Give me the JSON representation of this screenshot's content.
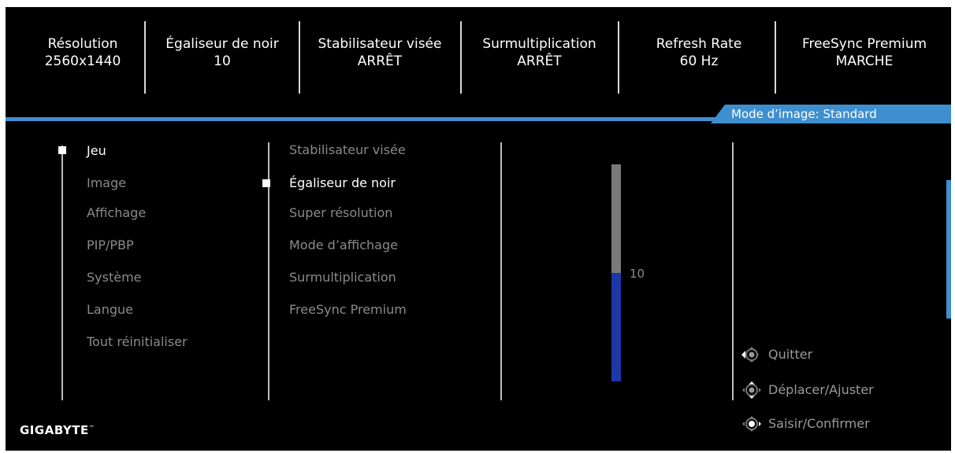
{
  "status_bar": [
    {
      "label": "Résolution",
      "value": "2560x1440"
    },
    {
      "label": "Égaliseur de noir",
      "value": "10"
    },
    {
      "label": "Stabilisateur visée",
      "value": "ARRÊT"
    },
    {
      "label": "Surmultiplication",
      "value": "ARRÊT"
    },
    {
      "label": "Refresh Rate",
      "value": "60 Hz"
    },
    {
      "label": "FreeSync Premium",
      "value": "MARCHE"
    }
  ],
  "picture_mode": "Mode d’image:  Standard",
  "main_menu": [
    "Jeu",
    "Image",
    "Affichage",
    "PIP/PBP",
    "Système",
    "Langue",
    "Tout réinitialiser"
  ],
  "sub_menu": [
    "Stabilisateur visée",
    "Égaliseur de noir",
    "Super résolution",
    "Mode d’affichage",
    "Surmultiplication",
    "FreeSync Premium"
  ],
  "slider": {
    "value": "10",
    "level_fraction": 0.5
  },
  "hints": {
    "exit": "Quitter",
    "move": "Déplacer/Ajuster",
    "enter": "Saisir/Confirmer"
  },
  "brand": {
    "name": "GIGABYTE",
    "mark": "™"
  },
  "colors": {
    "accent": "#3f8fcf",
    "slider_fill": "#1e37a8",
    "slider_track": "#7a7a7a",
    "background": "#000000"
  },
  "icons": [
    "joystick-left-icon",
    "joystick-up-down-icon",
    "joystick-press-icon"
  ]
}
